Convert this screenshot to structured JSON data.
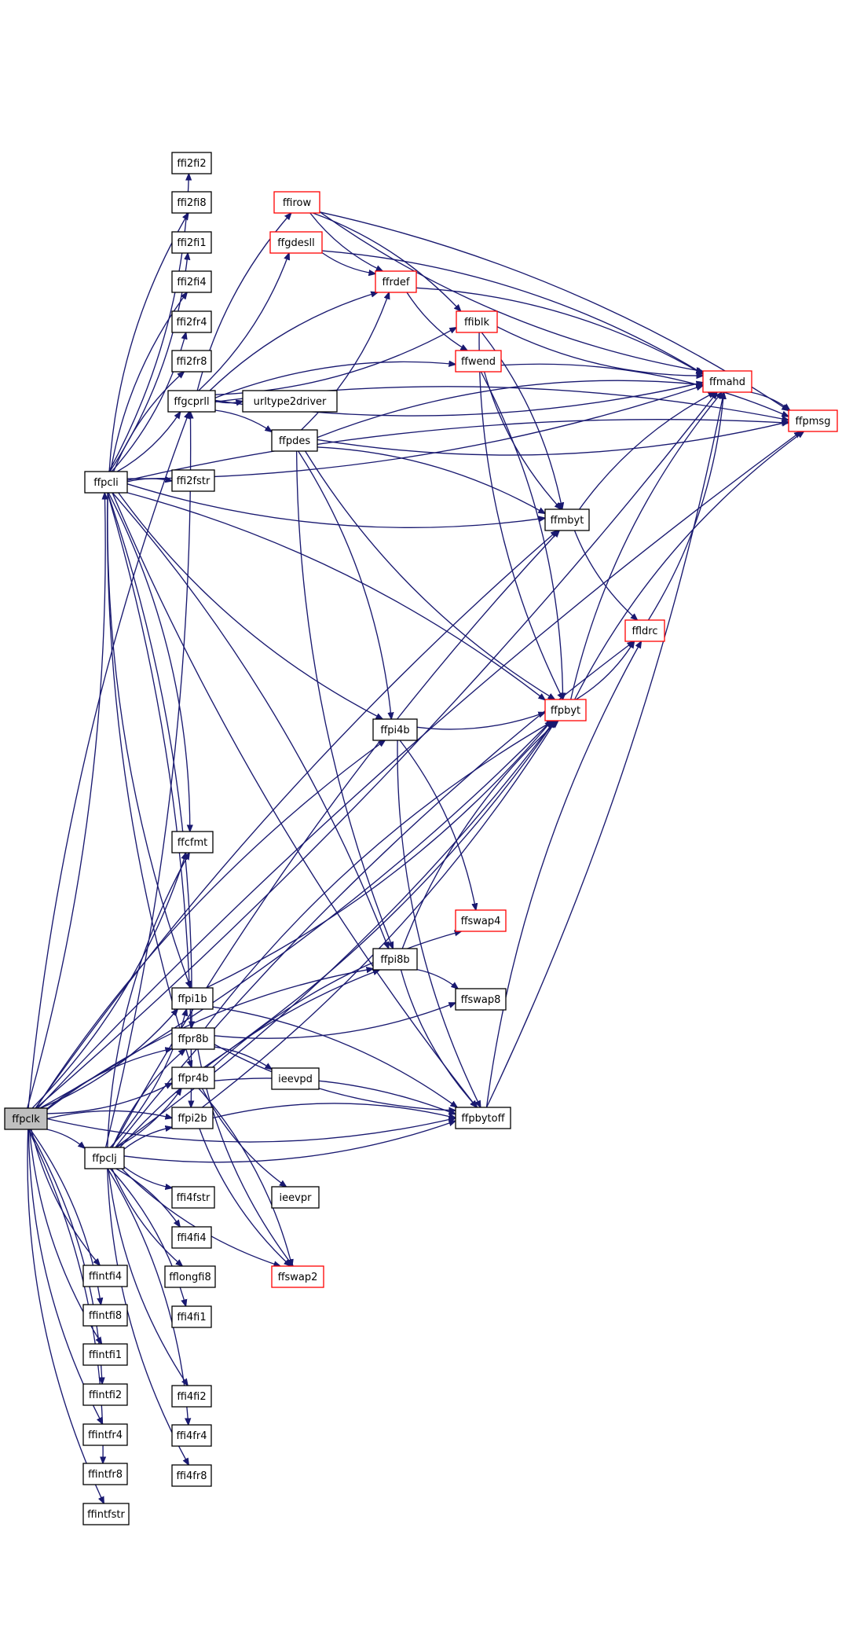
{
  "diagram": {
    "nodes": [
      {
        "id": "ffpclk",
        "label": "ffpclk",
        "style": "root"
      },
      {
        "id": "ffpcli",
        "label": "ffpcli",
        "style": "normal"
      },
      {
        "id": "ffpclj",
        "label": "ffpclj",
        "style": "normal"
      },
      {
        "id": "ffintfi4",
        "label": "ffintfi4",
        "style": "normal"
      },
      {
        "id": "ffintfi8",
        "label": "ffintfi8",
        "style": "normal"
      },
      {
        "id": "ffintfi1",
        "label": "ffintfi1",
        "style": "normal"
      },
      {
        "id": "ffintfi2",
        "label": "ffintfi2",
        "style": "normal"
      },
      {
        "id": "ffintfr4",
        "label": "ffintfr4",
        "style": "normal"
      },
      {
        "id": "ffintfr8",
        "label": "ffintfr8",
        "style": "normal"
      },
      {
        "id": "ffintfstr",
        "label": "ffintfstr",
        "style": "normal"
      },
      {
        "id": "ffi2fi2",
        "label": "ffi2fi2",
        "style": "normal"
      },
      {
        "id": "ffi2fi8",
        "label": "ffi2fi8",
        "style": "normal"
      },
      {
        "id": "ffi2fi1",
        "label": "ffi2fi1",
        "style": "normal"
      },
      {
        "id": "ffi2fi4",
        "label": "ffi2fi4",
        "style": "normal"
      },
      {
        "id": "ffi2fr4",
        "label": "ffi2fr4",
        "style": "normal"
      },
      {
        "id": "ffi2fr8",
        "label": "ffi2fr8",
        "style": "normal"
      },
      {
        "id": "ffgcprll",
        "label": "ffgcprll",
        "style": "normal"
      },
      {
        "id": "ffi2fstr",
        "label": "ffi2fstr",
        "style": "normal"
      },
      {
        "id": "ffcfmt",
        "label": "ffcfmt",
        "style": "normal"
      },
      {
        "id": "ffpi1b",
        "label": "ffpi1b",
        "style": "normal"
      },
      {
        "id": "ffpr8b",
        "label": "ffpr8b",
        "style": "normal"
      },
      {
        "id": "ffpr4b",
        "label": "ffpr4b",
        "style": "normal"
      },
      {
        "id": "ffpi2b",
        "label": "ffpi2b",
        "style": "normal"
      },
      {
        "id": "ffi4fstr",
        "label": "ffi4fstr",
        "style": "normal"
      },
      {
        "id": "ffi4fi4",
        "label": "ffi4fi4",
        "style": "normal"
      },
      {
        "id": "fflongfi8",
        "label": "fflongfi8",
        "style": "normal"
      },
      {
        "id": "ffi4fi1",
        "label": "ffi4fi1",
        "style": "normal"
      },
      {
        "id": "ffi4fi2",
        "label": "ffi4fi2",
        "style": "normal"
      },
      {
        "id": "ffi4fr4",
        "label": "ffi4fr4",
        "style": "normal"
      },
      {
        "id": "ffi4fr8",
        "label": "ffi4fr8",
        "style": "normal"
      },
      {
        "id": "ffirow",
        "label": "ffirow",
        "style": "red"
      },
      {
        "id": "ffgdesll",
        "label": "ffgdesll",
        "style": "red"
      },
      {
        "id": "urltype2driver",
        "label": "urltype2driver",
        "style": "normal"
      },
      {
        "id": "ffpdes",
        "label": "ffpdes",
        "style": "normal"
      },
      {
        "id": "ffpi4b",
        "label": "ffpi4b",
        "style": "normal"
      },
      {
        "id": "ffpi8b",
        "label": "ffpi8b",
        "style": "normal"
      },
      {
        "id": "ieevpd",
        "label": "ieevpd",
        "style": "normal"
      },
      {
        "id": "ieevpr",
        "label": "ieevpr",
        "style": "normal"
      },
      {
        "id": "ffswap2",
        "label": "ffswap2",
        "style": "red"
      },
      {
        "id": "ffrdef",
        "label": "ffrdef",
        "style": "red"
      },
      {
        "id": "ffiblk",
        "label": "ffiblk",
        "style": "red"
      },
      {
        "id": "ffwend",
        "label": "ffwend",
        "style": "red"
      },
      {
        "id": "ffswap4",
        "label": "ffswap4",
        "style": "red"
      },
      {
        "id": "ffswap8",
        "label": "ffswap8",
        "style": "normal"
      },
      {
        "id": "ffpbytoff",
        "label": "ffpbytoff",
        "style": "normal"
      },
      {
        "id": "ffmbyt",
        "label": "ffmbyt",
        "style": "normal"
      },
      {
        "id": "ffpbyt",
        "label": "ffpbyt",
        "style": "red"
      },
      {
        "id": "ffldrc",
        "label": "ffldrc",
        "style": "red"
      },
      {
        "id": "ffmahd",
        "label": "ffmahd",
        "style": "red"
      },
      {
        "id": "ffpmsg",
        "label": "ffpmsg",
        "style": "red"
      }
    ],
    "edges": [
      [
        "ffpclk",
        "ffpcli"
      ],
      [
        "ffpclk",
        "ffpclj"
      ],
      [
        "ffpclk",
        "ffintfi4"
      ],
      [
        "ffpclk",
        "ffintfi8"
      ],
      [
        "ffpclk",
        "ffintfi1"
      ],
      [
        "ffpclk",
        "ffintfi2"
      ],
      [
        "ffpclk",
        "ffintfr4"
      ],
      [
        "ffpclk",
        "ffintfr8"
      ],
      [
        "ffpclk",
        "ffintfstr"
      ],
      [
        "ffpclk",
        "ffpi2b"
      ],
      [
        "ffpclk",
        "ffpr4b"
      ],
      [
        "ffpclk",
        "ffpr8b"
      ],
      [
        "ffpclk",
        "ffpi1b"
      ],
      [
        "ffpclk",
        "ffpi8b"
      ],
      [
        "ffpclk",
        "ffcfmt"
      ],
      [
        "ffpclk",
        "ffpi4b"
      ],
      [
        "ffpclk",
        "ffpbyt"
      ],
      [
        "ffpclk",
        "ffmbyt"
      ],
      [
        "ffpclk",
        "ffpbytoff"
      ],
      [
        "ffpclk",
        "ffpmsg"
      ],
      [
        "ffpclk",
        "ffmahd"
      ],
      [
        "ffpclk",
        "ffgcprll"
      ],
      [
        "ffpcli",
        "ffi2fi2"
      ],
      [
        "ffpcli",
        "ffi2fi8"
      ],
      [
        "ffpcli",
        "ffi2fi1"
      ],
      [
        "ffpcli",
        "ffi2fi4"
      ],
      [
        "ffpcli",
        "ffi2fr4"
      ],
      [
        "ffpcli",
        "ffi2fr8"
      ],
      [
        "ffpcli",
        "ffgcprll"
      ],
      [
        "ffpcli",
        "ffi2fstr"
      ],
      [
        "ffpcli",
        "ffmbyt"
      ],
      [
        "ffpcli",
        "ffpbyt"
      ],
      [
        "ffpcli",
        "ffpi4b"
      ],
      [
        "ffpcli",
        "ffpi8b"
      ],
      [
        "ffpcli",
        "ffpbytoff"
      ],
      [
        "ffpcli",
        "ffcfmt"
      ],
      [
        "ffpcli",
        "ffpi1b"
      ],
      [
        "ffpcli",
        "ffpr8b"
      ],
      [
        "ffpcli",
        "ffpr4b"
      ],
      [
        "ffpcli",
        "ffpi2b"
      ],
      [
        "ffpcli",
        "ffmahd"
      ],
      [
        "ffpcli",
        "ffpmsg"
      ],
      [
        "ffpclj",
        "ffi4fstr"
      ],
      [
        "ffpclj",
        "ffi4fi4"
      ],
      [
        "ffpclj",
        "fflongfi8"
      ],
      [
        "ffpclj",
        "ffi4fi1"
      ],
      [
        "ffpclj",
        "ffi4fi2"
      ],
      [
        "ffpclj",
        "ffi4fr4"
      ],
      [
        "ffpclj",
        "ffi4fr8"
      ],
      [
        "ffpclj",
        "ffpi2b"
      ],
      [
        "ffpclj",
        "ffpr4b"
      ],
      [
        "ffpclj",
        "ffpr8b"
      ],
      [
        "ffpclj",
        "ffpi1b"
      ],
      [
        "ffpclj",
        "ffcfmt"
      ],
      [
        "ffpclj",
        "ffgcprll"
      ],
      [
        "ffpclj",
        "ffmbyt"
      ],
      [
        "ffpclj",
        "ffpbytoff"
      ],
      [
        "ffpclj",
        "ffpi8b"
      ],
      [
        "ffpclj",
        "ffswap2"
      ],
      [
        "ffpclj",
        "ffldrc"
      ],
      [
        "ffpclj",
        "ffpbyt"
      ],
      [
        "ffgcprll",
        "ffirow"
      ],
      [
        "ffgcprll",
        "ffgdesll"
      ],
      [
        "ffgcprll",
        "ffrdef"
      ],
      [
        "ffgcprll",
        "ffiblk"
      ],
      [
        "ffgcprll",
        "ffwend"
      ],
      [
        "ffgcprll",
        "urltype2driver"
      ],
      [
        "ffgcprll",
        "ffpdes"
      ],
      [
        "ffgcprll",
        "ffmahd"
      ],
      [
        "ffgcprll",
        "ffpmsg"
      ],
      [
        "ffirow",
        "ffrdef"
      ],
      [
        "ffirow",
        "ffiblk"
      ],
      [
        "ffirow",
        "ffmahd"
      ],
      [
        "ffirow",
        "ffpmsg"
      ],
      [
        "ffgdesll",
        "ffrdef"
      ],
      [
        "ffgdesll",
        "ffmahd"
      ],
      [
        "ffrdef",
        "ffwend"
      ],
      [
        "ffrdef",
        "ffmahd"
      ],
      [
        "ffiblk",
        "ffmahd"
      ],
      [
        "ffiblk",
        "ffmbyt"
      ],
      [
        "ffiblk",
        "ffpbyt"
      ],
      [
        "ffwend",
        "ffpmsg"
      ],
      [
        "ffwend",
        "ffmbyt"
      ],
      [
        "ffwend",
        "ffpbyt"
      ],
      [
        "ffpdes",
        "ffrdef"
      ],
      [
        "ffpdes",
        "ffmahd"
      ],
      [
        "ffpdes",
        "ffpmsg"
      ],
      [
        "ffpdes",
        "ffmbyt"
      ],
      [
        "ffpdes",
        "ffpbyt"
      ],
      [
        "ffpdes",
        "ffpi4b"
      ],
      [
        "ffpdes",
        "ffpi8b"
      ],
      [
        "ffmbyt",
        "ffmahd"
      ],
      [
        "ffmbyt",
        "ffldrc"
      ],
      [
        "ffpbyt",
        "ffmahd"
      ],
      [
        "ffpbyt",
        "ffldrc"
      ],
      [
        "ffpbyt",
        "ffpmsg"
      ],
      [
        "ffldrc",
        "ffmahd"
      ],
      [
        "ffmahd",
        "ffpmsg"
      ],
      [
        "ffpi4b",
        "ffpbyt"
      ],
      [
        "ffpi4b",
        "ffswap4"
      ],
      [
        "ffpi4b",
        "ffpbytoff"
      ],
      [
        "ffpi8b",
        "ffswap8"
      ],
      [
        "ffpi8b",
        "ffpbytoff"
      ],
      [
        "ffpi8b",
        "ffpbyt"
      ],
      [
        "ffpi1b",
        "ffpbyt"
      ],
      [
        "ffpi1b",
        "ffpbytoff"
      ],
      [
        "ffpr8b",
        "ffswap8"
      ],
      [
        "ffpr8b",
        "ieevpd"
      ],
      [
        "ffpr8b",
        "ffpbytoff"
      ],
      [
        "ffpr8b",
        "ffpbyt"
      ],
      [
        "ffpr8b",
        "ffswap2"
      ],
      [
        "ffpr4b",
        "ffswap4"
      ],
      [
        "ffpr4b",
        "ieevpr"
      ],
      [
        "ffpr4b",
        "ffpbytoff"
      ],
      [
        "ffpr4b",
        "ffpbyt"
      ],
      [
        "ffpr4b",
        "ffswap2"
      ],
      [
        "ffpi2b",
        "ffswap2"
      ],
      [
        "ffpi2b",
        "ffpbytoff"
      ],
      [
        "ffpi2b",
        "ffpbyt"
      ],
      [
        "ffpbytoff",
        "ffldrc"
      ],
      [
        "ffpbytoff",
        "ffmahd"
      ]
    ]
  }
}
